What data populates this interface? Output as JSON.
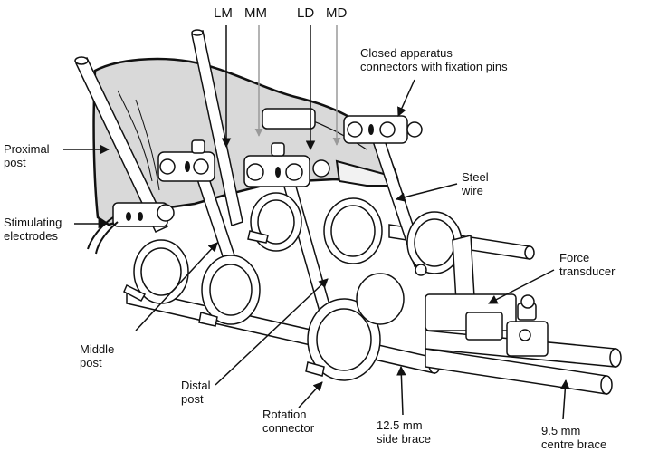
{
  "labels": {
    "lm": "LM",
    "mm": "MM",
    "ld": "LD",
    "md": "MD",
    "closed_apparatus": "Closed apparatus\nconnectors with fixation pins",
    "proximal_post": "Proximal\npost",
    "stimulating_electrodes": "Stimulating\nelectrodes",
    "steel_wire": "Steel\nwire",
    "force_transducer": "Force\ntransducer",
    "middle_post": "Middle\npost",
    "distal_post": "Distal\npost",
    "rotation_connector": "Rotation\nconnector",
    "side_brace": "12.5 mm\nside brace",
    "centre_brace": "9.5 mm\ncentre brace"
  },
  "colors": {
    "line": "#111111",
    "limb_fill": "#d9d9d9",
    "metal_fill": "#ffffff",
    "pointer_grey": "#9a9a9a"
  }
}
